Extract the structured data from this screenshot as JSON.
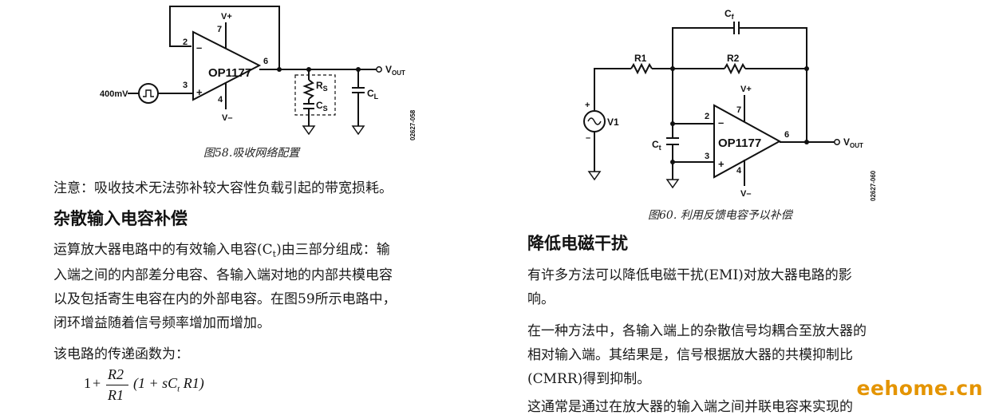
{
  "fig58": {
    "opamp": "OP1177",
    "pin_inv": "2",
    "pin_noninv": "3",
    "pin_vplus": "7",
    "pin_vminus": "4",
    "pin_out": "6",
    "minus_sign": "–",
    "plus_sign": "+",
    "vplus": "V+",
    "vminus": "V–",
    "source_label": "400mV",
    "vout_main": "V",
    "vout_sub": "OUT",
    "rs_main": "R",
    "rs_sub": "S",
    "cs_main": "C",
    "cs_sub": "S",
    "cl_main": "C",
    "cl_sub": "L",
    "code": "02627-058",
    "caption": "图58.吸收网络配置"
  },
  "fig60": {
    "opamp": "OP1177",
    "pin_inv": "2",
    "pin_noninv": "3",
    "pin_vplus": "7",
    "pin_vminus": "4",
    "pin_out": "6",
    "minus_sign": "–",
    "plus_sign": "+",
    "vplus": "V+",
    "vminus": "V–",
    "r1": "R1",
    "r2": "R2",
    "cf_main": "C",
    "cf_sub": "f",
    "ct_main": "C",
    "ct_sub": "t",
    "v1": "V1",
    "src_plus": "+",
    "src_minus": "–",
    "vout_main": "V",
    "vout_sub": "OUT",
    "code": "02627-060",
    "caption": "图60. 利用反馈电容予以补偿"
  },
  "left": {
    "note": "注意：吸收技术无法弥补较大容性负载引起的带宽损耗。",
    "heading": "杂散输入电容补偿",
    "para1_line1_pre": "运算放大器电路中的有效输入电容(C",
    "para1_line1_sub": "t",
    "para1_line1_post": ")由三部分组成：输",
    "para1_line2": "入端之间的内部差分电容、各输入端对地的内部共模电容",
    "para1_line3": "以及包括寄生电容在内的外部电容。在图59所示电路中，",
    "para1_line4": "闭环增益随着信号频率增加而增加。",
    "para2": "该电路的传递函数为：",
    "formula": {
      "one": "1",
      "plus": "+",
      "num": "R2",
      "den": "R1",
      "paren": "(1 + sC",
      "sub": "t",
      "tail": " R1)"
    }
  },
  "right": {
    "heading": "降低电磁干扰",
    "para1_line1": "有许多方法可以降低电磁干扰(EMI)对放大器电路的影",
    "para1_line2": "响。",
    "para2_line1": "在一种方法中，各输入端上的杂散信号均耦合至放大器的",
    "para2_line2": "相对输入端。其结果是，信号根据放大器的共模抑制比",
    "para2_line3": "(CMRR)得到抑制。",
    "para3_partial": "这通常是通过在放大器的输入端之间并联电容来实现的"
  },
  "watermark": "eehome.cn"
}
